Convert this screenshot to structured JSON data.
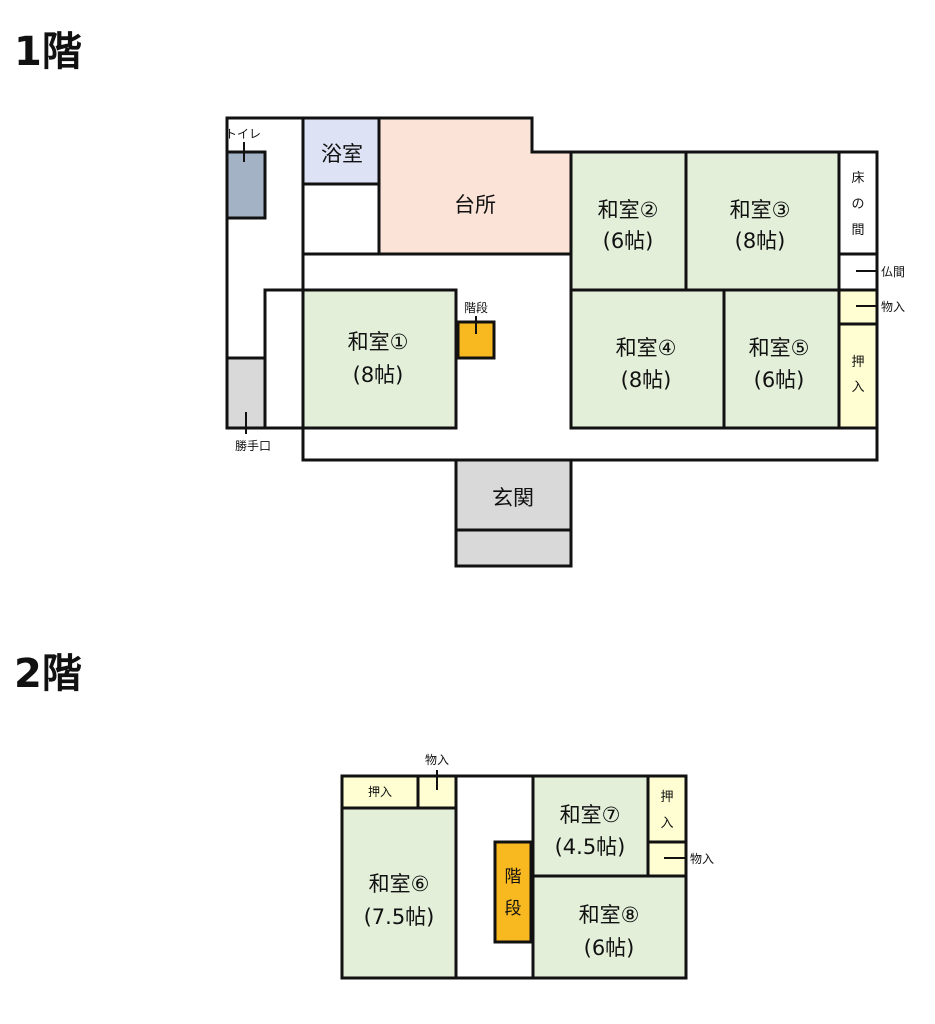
{
  "floor1": {
    "title": "1階",
    "rooms": {
      "washitsu1": {
        "name": "和室①",
        "size": "(8帖)"
      },
      "washitsu2": {
        "name": "和室②",
        "size": "(6帖)"
      },
      "washitsu3": {
        "name": "和室③",
        "size": "(8帖)"
      },
      "washitsu4": {
        "name": "和室④",
        "size": "(8帖)"
      },
      "washitsu5": {
        "name": "和室⑤",
        "size": "(6帖)"
      },
      "bath": "浴室",
      "kitchen": "台所",
      "entrance": "玄関",
      "tokonoma": [
        "床",
        "の",
        "間"
      ],
      "oshiire": [
        "押",
        "入"
      ]
    },
    "callouts": {
      "toilet": "トイレ",
      "stairs": "階段",
      "back_door": "勝手口",
      "butsuma": "仏間",
      "storage": "物入"
    }
  },
  "floor2": {
    "title": "2階",
    "rooms": {
      "washitsu6": {
        "name": "和室⑥",
        "size": "(7.5帖)"
      },
      "washitsu7": {
        "name": "和室⑦",
        "size": "(4.5帖)"
      },
      "washitsu8": {
        "name": "和室⑧",
        "size": "(6帖)"
      },
      "oshiire_top": "押入",
      "oshiire_right": [
        "押",
        "入"
      ],
      "stairs": [
        "階",
        "段"
      ]
    },
    "callouts": {
      "storage_top": "物入",
      "storage_right": "物入"
    }
  },
  "colors": {
    "tatami": "#e3efd9",
    "bath": "#dde3f4",
    "kitchen": "#fbe3d7",
    "toilet": "#a3b2c5",
    "gray": "#d9d9d9",
    "stairs": "#f7b820",
    "closet": "#fefed2",
    "wall": "#111111"
  }
}
